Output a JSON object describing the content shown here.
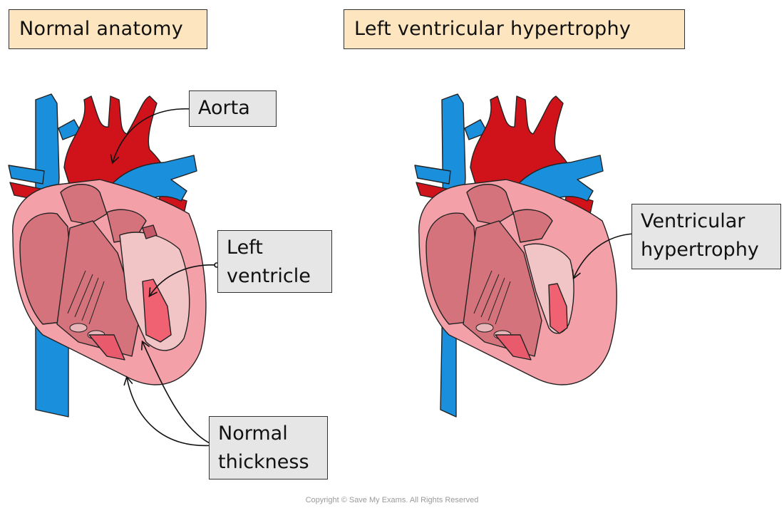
{
  "titles": {
    "left": "Normal anatomy",
    "right": "Left ventricular hypertrophy"
  },
  "labels": {
    "aorta": "Aorta",
    "left_ventricle_line1": "Left",
    "left_ventricle_line2": "ventricle",
    "normal_thickness_line1": "Normal",
    "normal_thickness_line2": "thickness",
    "ventricular_hypertrophy_line1": "Ventricular",
    "ventricular_hypertrophy_line2": "hypertrophy"
  },
  "copyright": "Copyright © Save My Exams. All Rights Reserved",
  "colors": {
    "artery_red": "#d0121b",
    "vein_blue": "#1a8fdc",
    "muscle_pink": "#f4a0a8",
    "chamber_mauve": "#d4737c",
    "title_bg": "#fde5bf",
    "label_bg": "#e6e6e6"
  }
}
